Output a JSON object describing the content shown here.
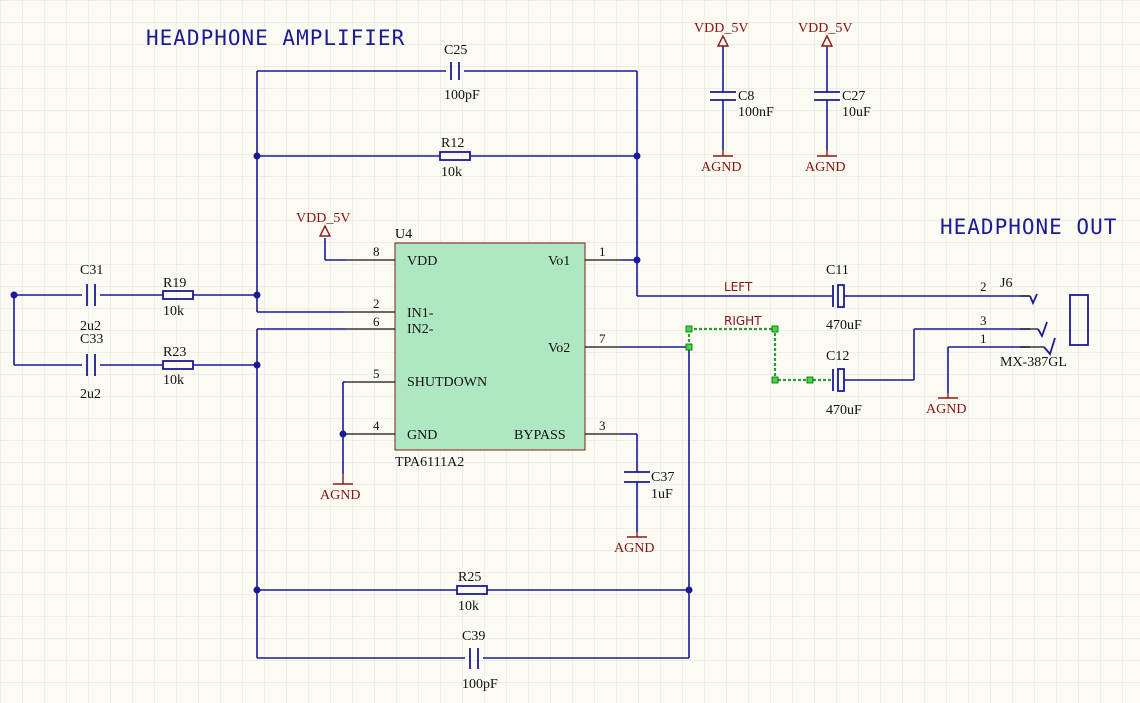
{
  "titles": {
    "amplifier": "HEADPHONE AMPLIFIER",
    "output": "HEADPHONE OUT"
  },
  "ic": {
    "ref": "U4",
    "part": "TPA6111A2",
    "pins": [
      {
        "num": "8",
        "name": "VDD"
      },
      {
        "num": "2",
        "name": "IN1-"
      },
      {
        "num": "6",
        "name": "IN2-"
      },
      {
        "num": "5",
        "name": "SHUTDOWN"
      },
      {
        "num": "4",
        "name": "GND"
      },
      {
        "num": "1",
        "name": "Vo1"
      },
      {
        "num": "7",
        "name": "Vo2"
      },
      {
        "num": "3",
        "name": "BYPASS"
      }
    ]
  },
  "components": {
    "C25": {
      "ref": "C25",
      "value": "100pF"
    },
    "R12": {
      "ref": "R12",
      "value": "10k"
    },
    "C8": {
      "ref": "C8",
      "value": "100nF"
    },
    "C27": {
      "ref": "C27",
      "value": "10uF"
    },
    "C31": {
      "ref": "C31",
      "value": "2u2"
    },
    "R19": {
      "ref": "R19",
      "value": "10k"
    },
    "C33": {
      "ref": "C33",
      "value": "2u2"
    },
    "R23": {
      "ref": "R23",
      "value": "10k"
    },
    "C11": {
      "ref": "C11",
      "value": "470uF"
    },
    "C12": {
      "ref": "C12",
      "value": "470uF"
    },
    "C37": {
      "ref": "C37",
      "value": "1uF"
    },
    "R25": {
      "ref": "R25",
      "value": "10k"
    },
    "C39": {
      "ref": "C39",
      "value": "100pF"
    }
  },
  "connector": {
    "ref": "J6",
    "part": "MX-387GL",
    "pins": [
      "2",
      "3",
      "1"
    ]
  },
  "nets": {
    "left": "LEFT",
    "right": "RIGHT",
    "vdd": "VDD_5V",
    "agnd": "AGND"
  }
}
